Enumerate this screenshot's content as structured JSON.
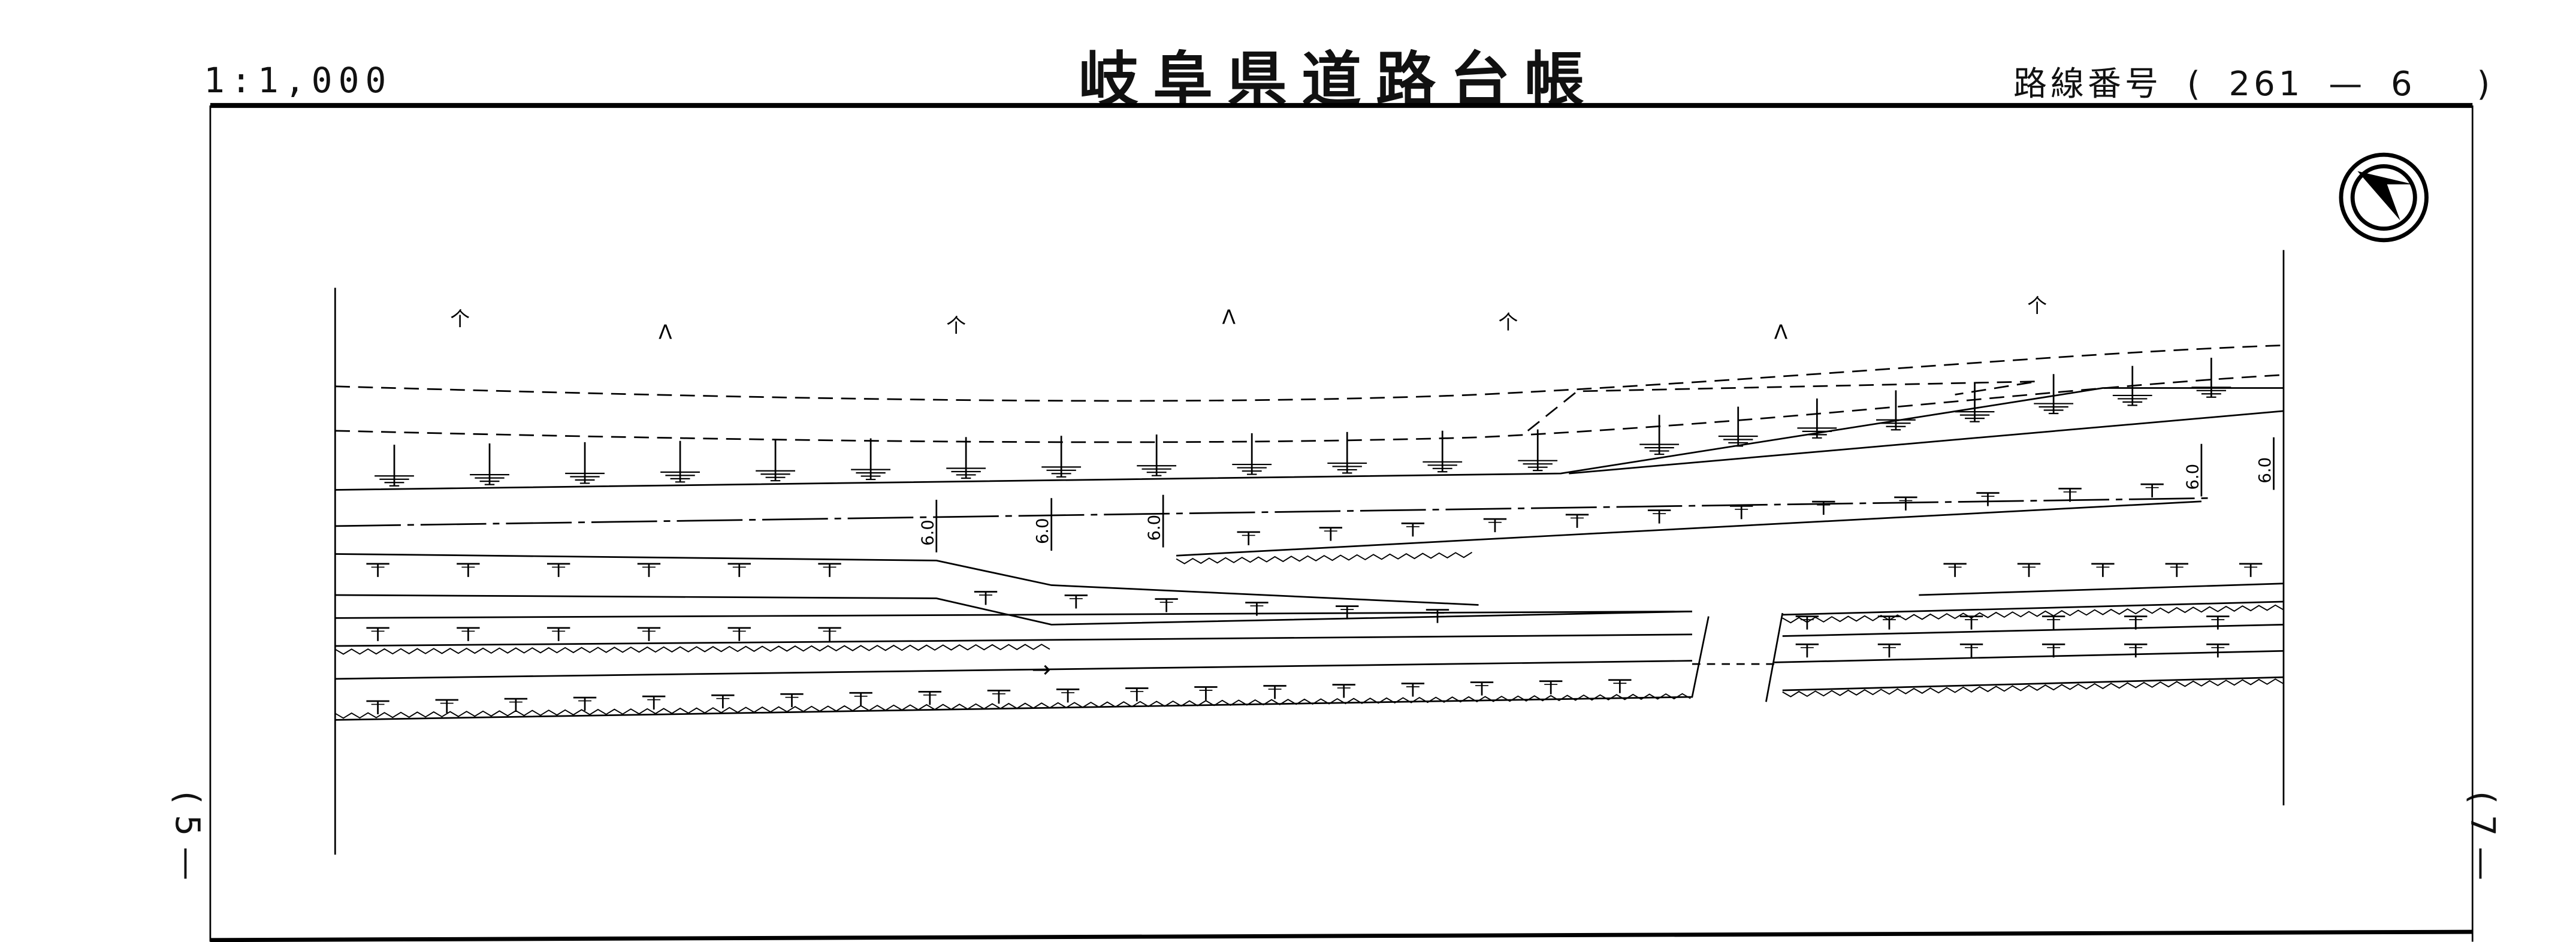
{
  "header": {
    "scale": "1:1,000",
    "title": "岐阜県道路台帳",
    "route_label": "路線番号",
    "route_open": "(",
    "route_number": "261",
    "route_dash": "—",
    "route_sub": "6",
    "route_close": ")"
  },
  "sheet_refs": {
    "left": "( 5 —",
    "right": "( 7 —"
  },
  "drawing": {
    "width_labels": [
      "6.0",
      "6.0",
      "6.0",
      "6.0",
      "6.0"
    ],
    "markers": [
      "个",
      "Λ",
      "个",
      "Λ",
      "个",
      "Λ",
      "个"
    ],
    "direction_arrow": "→",
    "north_icon": "north-arrow-icon"
  }
}
